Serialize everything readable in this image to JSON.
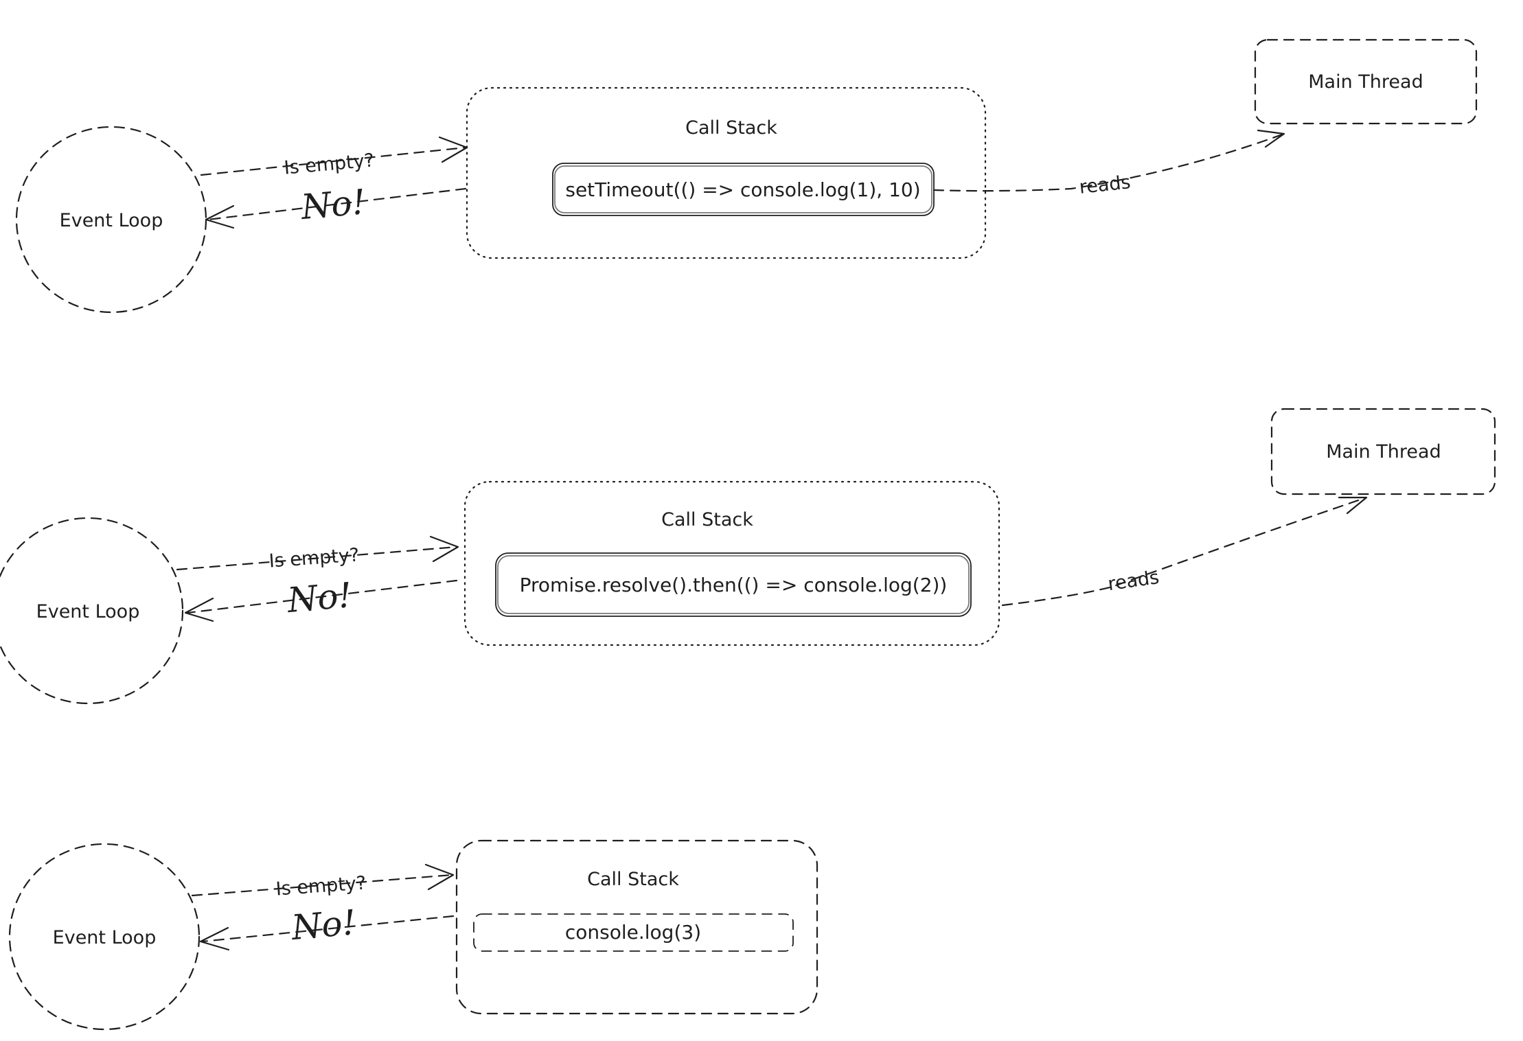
{
  "top_label": "",
  "diagrams": [
    {
      "event_loop": "Event Loop",
      "question": "Is empty?",
      "answer": "No!",
      "call_stack_title": "Call Stack",
      "stack_item": "setTimeout(() => console.log(1), 10)",
      "reads_label": "reads",
      "main_thread": "Main Thread"
    },
    {
      "event_loop": "Event Loop",
      "question": "Is empty?",
      "answer": "No!",
      "call_stack_title": "Call Stack",
      "stack_item": "Promise.resolve().then(() => console.log(2))",
      "reads_label": "reads",
      "main_thread": "Main Thread"
    },
    {
      "event_loop": "Event Loop",
      "question": "Is empty?",
      "answer": "No!",
      "call_stack_title": "Call Stack",
      "stack_item": "console.log(3)"
    }
  ]
}
